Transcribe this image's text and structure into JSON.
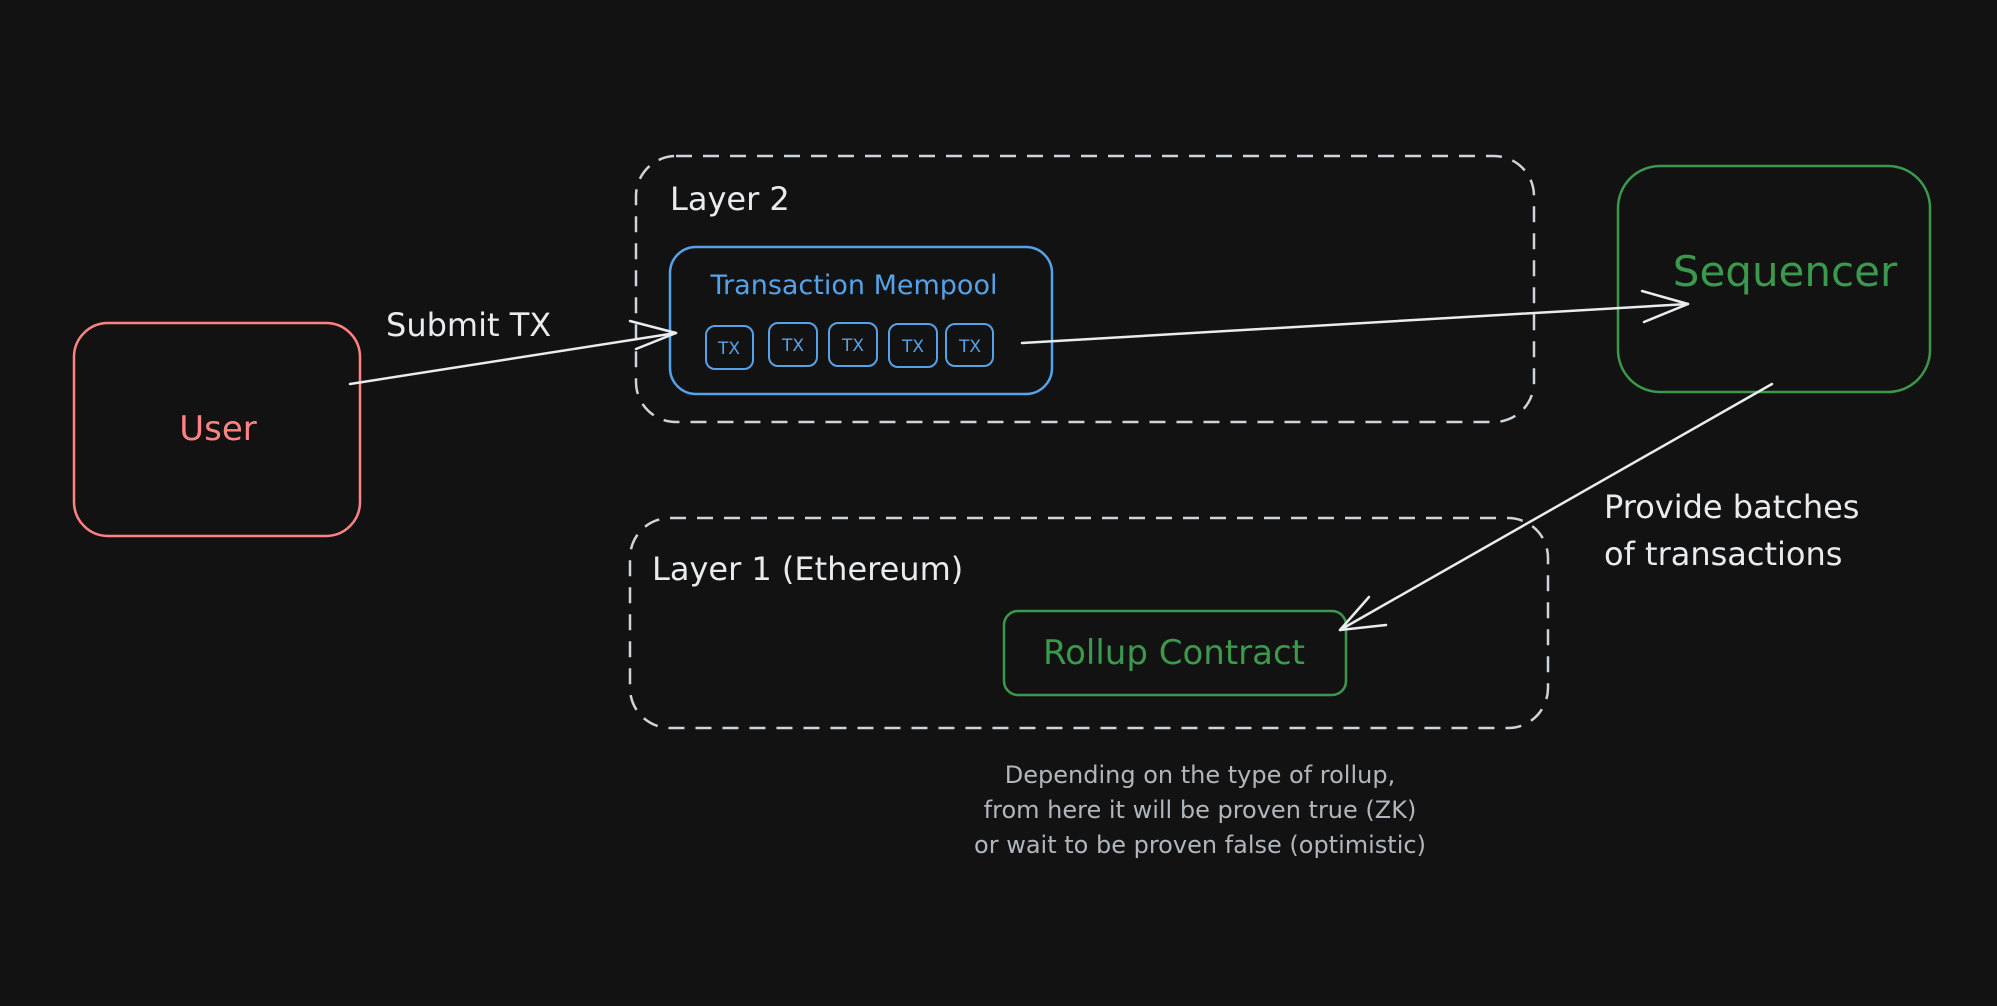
{
  "colors": {
    "background": "#121212",
    "user": "#ff8383",
    "mempool": "#56a2e8",
    "sequencer": "#3a994c",
    "rollup": "#3a994c",
    "group_border": "#ced4da",
    "arrow": "#e9ecef",
    "note": "#b0b6bc"
  },
  "nodes": {
    "user": {
      "label": "User"
    },
    "layer2": {
      "label": "Layer 2"
    },
    "mempool": {
      "label": "Transaction Mempool",
      "tx_items": [
        "TX",
        "TX",
        "TX",
        "TX",
        "TX"
      ]
    },
    "sequencer": {
      "label": "Sequencer"
    },
    "layer1": {
      "label": "Layer 1 (Ethereum)"
    },
    "rollup_contract": {
      "label": "Rollup Contract"
    }
  },
  "edges": {
    "submit_tx": {
      "label": "Submit TX"
    },
    "provide_batches": {
      "label_lines": [
        "Provide batches",
        "of transactions"
      ]
    }
  },
  "note": {
    "lines": [
      "Depending on the type of rollup,",
      "from here it will be proven true (ZK)",
      "or wait to be proven false (optimistic)"
    ]
  }
}
